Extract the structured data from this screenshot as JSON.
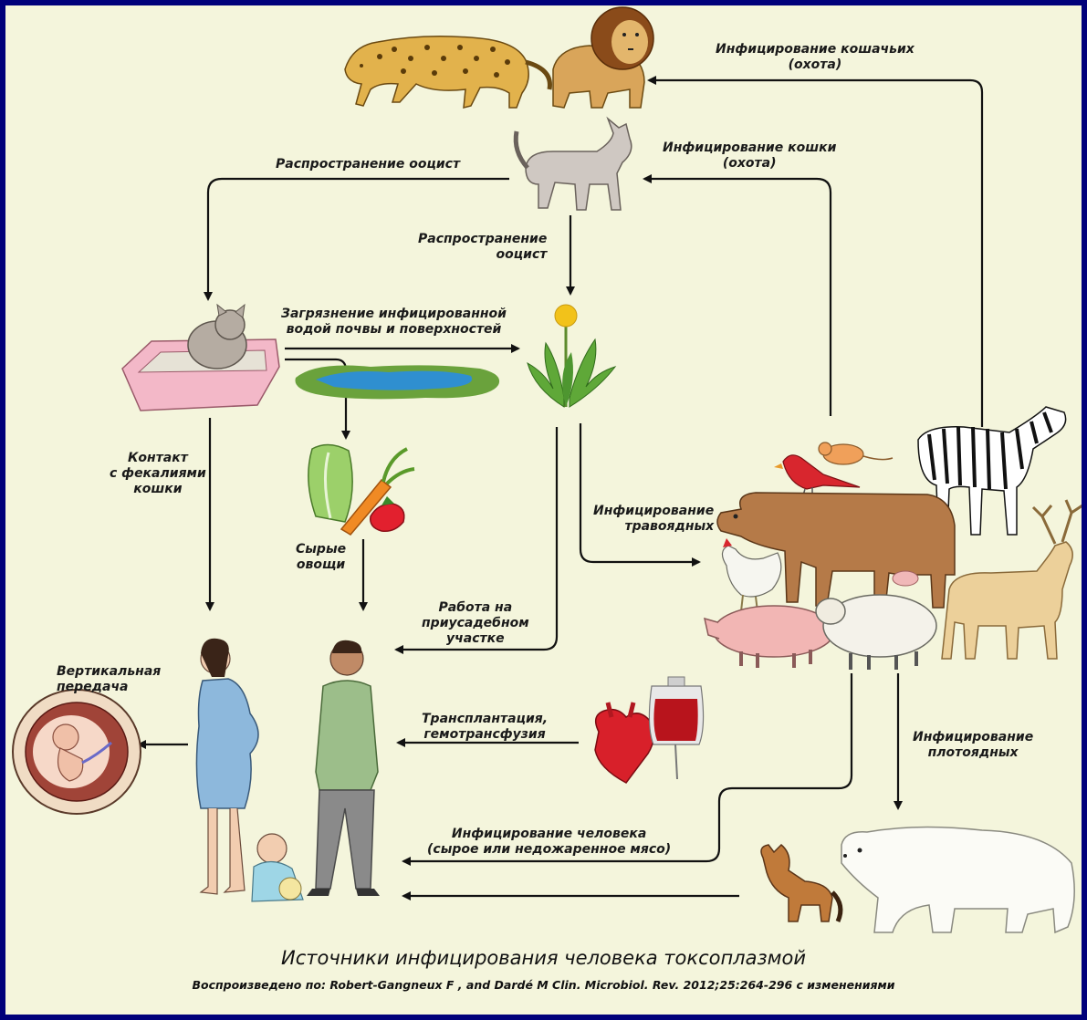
{
  "labels": {
    "felid_infection": [
      "Инфицирование кошачьих",
      "(охота)"
    ],
    "cat_infection": [
      "Инфицирование кошки",
      "(охота)"
    ],
    "oocyst_spread_left": [
      "Распространение ооцист"
    ],
    "oocyst_spread_down": [
      "Распространение",
      "ооцист"
    ],
    "water_contamination": [
      "Загрязнение инфицированной",
      "водой почвы и поверхностей"
    ],
    "fecal_contact": [
      "Контакт",
      "с фекалиями",
      "кошки"
    ],
    "raw_vegetables": [
      "Сырые",
      "овощи"
    ],
    "herbivore_infection": [
      "Инфицирование",
      "травоядных"
    ],
    "garden_work": [
      "Работа на",
      "приусадебном",
      "участке"
    ],
    "vertical_transmission": [
      "Вертикальная",
      "передача"
    ],
    "transplantation": [
      "Трансплантация,",
      "гемотрансфузия"
    ],
    "carnivore_infection": [
      "Инфицирование",
      "плотоядных"
    ],
    "human_infection": [
      "Инфицирование человека",
      "(сырое или недожаренное мясо)"
    ]
  },
  "title": "Источники инфицирования человека токсоплазмой",
  "source": "Воспроизведено по: Robert-Gangneux F , and Dardé M Clin. Microbiol. Rev. 2012;25:264-296 с изменениями",
  "colors": {
    "frame": "#00007a",
    "background": "#f4f5dc",
    "arrow": "#111111"
  }
}
